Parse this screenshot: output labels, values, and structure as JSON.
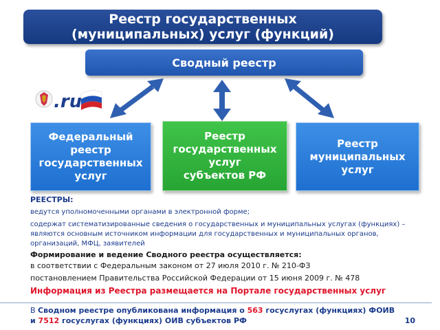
{
  "title": {
    "line1": "Реестр государственных",
    "line2": "(муниципальных) услуг (функций)"
  },
  "summary_registry": "Сводный реестр",
  "logo": {
    "text": "ru"
  },
  "boxes": {
    "federal": "Федеральный\nреестр\nгосударственных\nуслуг",
    "regional": "Реестр\nгосударственных\nуслуг\nсубъектов РФ",
    "municipal": "Реестр\nмуниципальных\nуслуг"
  },
  "text": {
    "registries_head": "РЕЕСТРЫ:",
    "item1": "ведутся уполномоченными органами в электронной форме;",
    "item2": "содержат систематизированные сведения о государственных и муниципальных услугах (функциях) – являются основным источником информации для государственных и муниципальных органов, организаций, МФЦ, заявителей",
    "formation_head": "Формирование и ведение Сводного реестра осуществляется:",
    "law1": "в соответствии с Федеральным законом от 27 июля 2010 г. № 210-ФЗ",
    "law2": "постановлением Правительства Российской Федерации от 15 июня 2009 г. № 478",
    "portal": "Информация из Реестра размещается на Портале государственных услуг"
  },
  "footer": {
    "p1": "В ",
    "p2": "Сводном реестре опубликована информация о ",
    "n1": "563",
    "p3": " госуслугах (функциях) ФОИВ и ",
    "n2": "7512",
    "p4": " госуслугах (функциях) ОИВ субъектов РФ"
  },
  "page_number": "10",
  "colors": {
    "title_bg": "#1f4690",
    "summary_bg": "#2b63bf",
    "federal_bg": "#2a7fdd",
    "regional_bg": "#33b53e",
    "municipal_bg": "#2a7fdd",
    "arrow": "#2f5fb0",
    "accent_red": "#e0162b"
  }
}
